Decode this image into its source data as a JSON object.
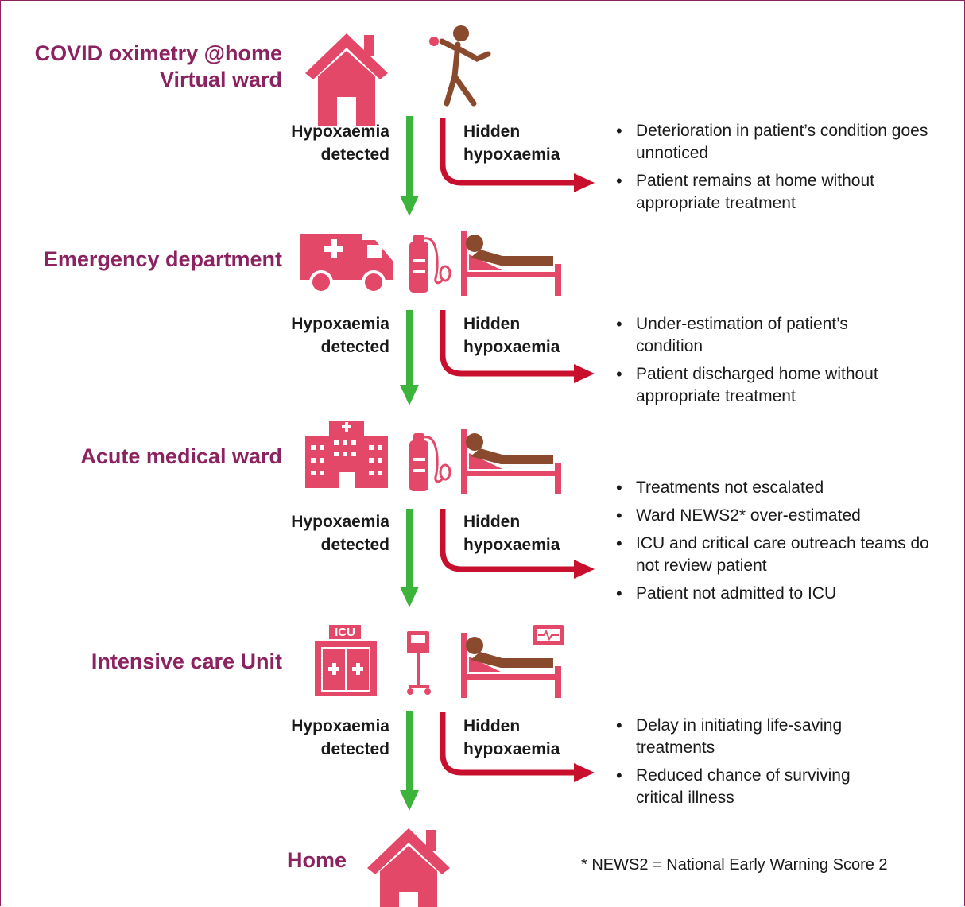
{
  "colors": {
    "stage_text": "#8b2360",
    "icon_pink": "#e34868",
    "person_brown": "#8a4a2e",
    "detected_arrow": "#3cb33a",
    "hidden_arrow": "#c8102e"
  },
  "stages": [
    {
      "name_line1": "COVID oximetry @home",
      "name_line2": "Virtual ward",
      "icons": [
        "house-icon",
        "walking-person-icon"
      ]
    },
    {
      "name_line1": "Emergency department",
      "name_line2": "",
      "icons": [
        "ambulance-icon",
        "oxygen-cylinder-icon",
        "patient-bed-icon"
      ]
    },
    {
      "name_line1": "Acute medical ward",
      "name_line2": "",
      "icons": [
        "hospital-building-icon",
        "oxygen-cylinder-icon",
        "patient-bed-icon"
      ]
    },
    {
      "name_line1": "Intensive care Unit",
      "name_line2": "",
      "icons": [
        "icu-doors-icon",
        "ventilator-icon",
        "patient-bed-monitor-icon"
      ]
    },
    {
      "name_line1": "Home",
      "name_line2": "",
      "icons": [
        "house-icon"
      ]
    }
  ],
  "transitions": [
    {
      "detected_line1": "Hypoxaemia",
      "detected_line2": "detected",
      "hidden_line1": "Hidden",
      "hidden_line2": "hypoxaemia",
      "consequences": [
        "Deterioration in patient’s condition goes unnoticed",
        "Patient remains at home without appropriate treatment"
      ]
    },
    {
      "detected_line1": "Hypoxaemia",
      "detected_line2": "detected",
      "hidden_line1": "Hidden",
      "hidden_line2": "hypoxaemia",
      "consequences": [
        "Under-estimation of patient’s condition",
        "Patient discharged home without appropriate treatment"
      ]
    },
    {
      "detected_line1": "Hypoxaemia",
      "detected_line2": "detected",
      "hidden_line1": "Hidden",
      "hidden_line2": "hypoxaemia",
      "consequences": [
        "Treatments not escalated",
        "Ward NEWS2* over-estimated",
        "ICU and critical care outreach teams do not review patient",
        "Patient not admitted to ICU"
      ]
    },
    {
      "detected_line1": "Hypoxaemia",
      "detected_line2": "detected",
      "hidden_line1": "Hidden",
      "hidden_line2": "hypoxaemia",
      "consequences": [
        "Delay in initiating life-saving treatments",
        "Reduced chance of surviving critical illness"
      ]
    }
  ],
  "icu_sign": "ICU",
  "footnote": "* NEWS2 = National Early Warning Score 2"
}
